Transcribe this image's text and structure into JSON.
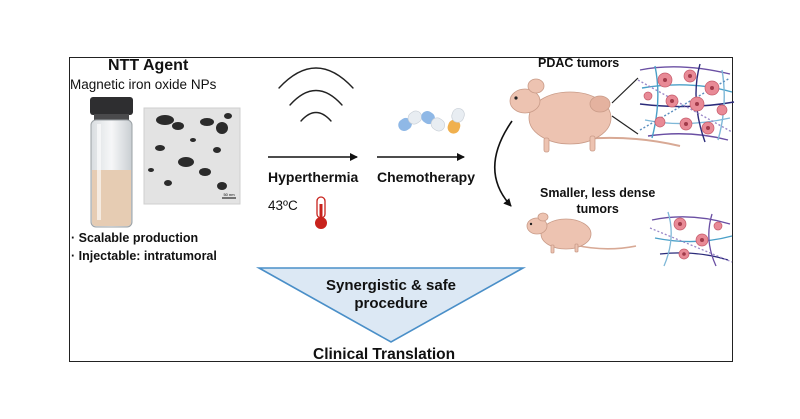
{
  "agent": {
    "title": "NTT Agent",
    "subtitle": "Magnetic iron oxide NPs",
    "features": [
      "· Scalable production",
      "· Injectable: intratumoral"
    ]
  },
  "steps": {
    "hyperthermia": "Hyperthermia",
    "temperature": "43ºC",
    "chemotherapy": "Chemotherapy"
  },
  "outcomes": {
    "before": "PDAC tumors",
    "after_line1": "Smaller, less dense",
    "after_line2": "tumors"
  },
  "summary": {
    "line1": "Synergistic & safe",
    "line2": "procedure"
  },
  "footer": "Clinical Translation",
  "micrograph_scale": "50 nm",
  "colors": {
    "triangle_fill": "#dce8f4",
    "triangle_stroke": "#4a8fc8",
    "mouse": "#edc3b1",
    "tumor_cell": "#e88a96",
    "thermometer": "#c8221c",
    "capsule_blue": "#8fb8e6",
    "capsule_orange": "#f0b04e"
  }
}
